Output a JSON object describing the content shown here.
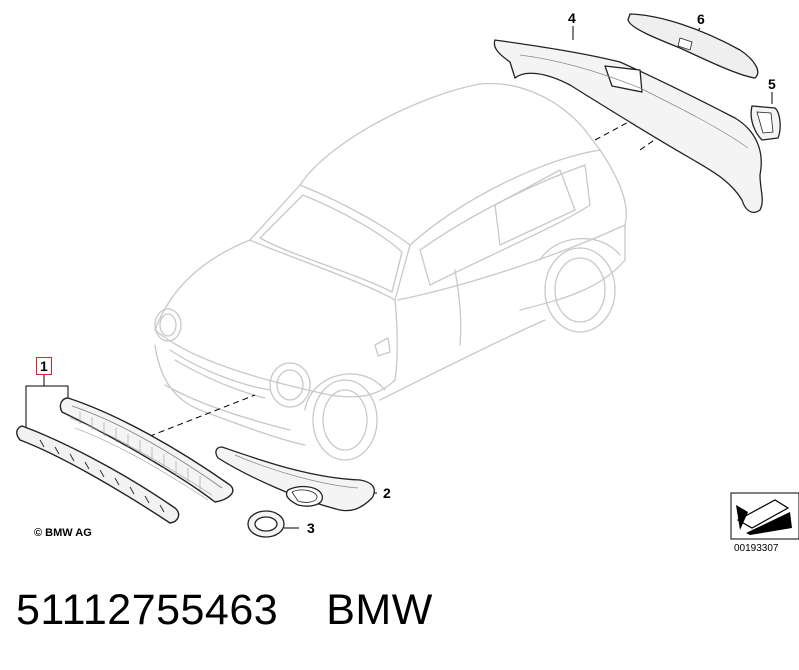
{
  "diagram": {
    "callouts": [
      {
        "id": "1",
        "label": "1",
        "highlighted": true
      },
      {
        "id": "2",
        "label": "2"
      },
      {
        "id": "3",
        "label": "3"
      },
      {
        "id": "4",
        "label": "4"
      },
      {
        "id": "5",
        "label": "5"
      },
      {
        "id": "6",
        "label": "6"
      }
    ],
    "copyright": "© BMW AG",
    "diagram_number": "00193307",
    "highlight_color": "#e0202a"
  },
  "caption": {
    "part_number": "51112755463",
    "brand": "BMW"
  }
}
